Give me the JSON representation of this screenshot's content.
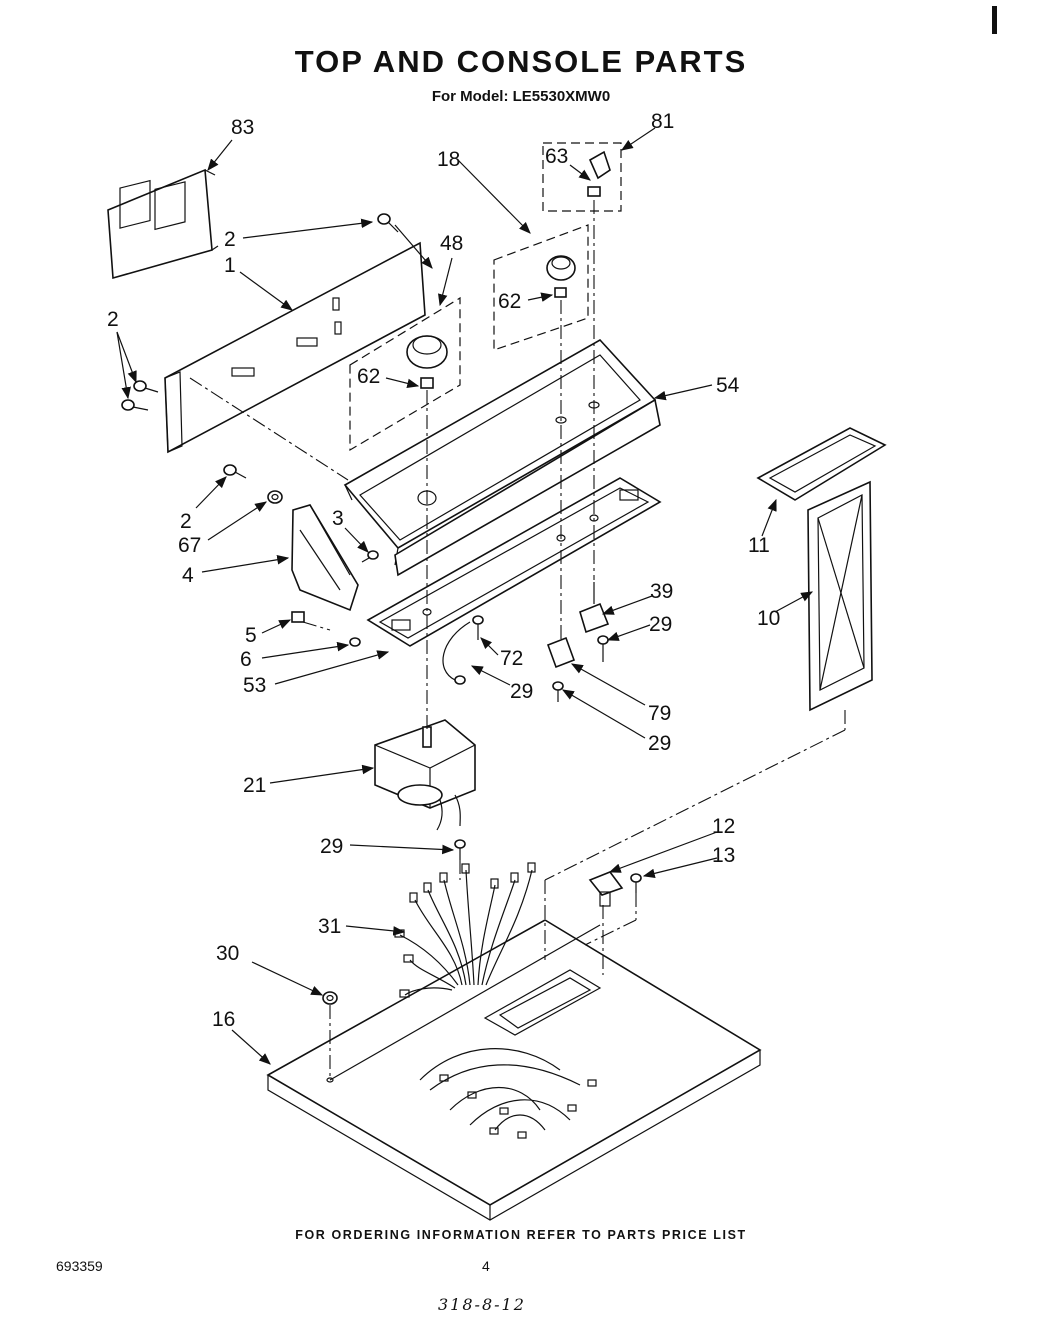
{
  "header": {
    "title": "TOP AND CONSOLE PARTS",
    "model_line": "For Model: LE5530XMW0"
  },
  "footer": {
    "note": "FOR ORDERING INFORMATION REFER TO PARTS PRICE LIST",
    "doc_number": "693359",
    "page_number": "4",
    "handwritten": "318-8-12"
  },
  "callouts": {
    "c83": "83",
    "c2a": "2",
    "c1": "1",
    "c48": "48",
    "c18": "18",
    "c81": "81",
    "c63": "63",
    "c62a": "62",
    "c62b": "62",
    "c2b": "2",
    "c54": "54",
    "c2c": "2",
    "c67": "67",
    "c3": "3",
    "c4": "4",
    "c5": "5",
    "c6": "6",
    "c53": "53",
    "c72": "72",
    "c29a": "29",
    "c39": "39",
    "c29b": "29",
    "c79": "79",
    "c29c": "29",
    "c11": "11",
    "c10": "10",
    "c21": "21",
    "c29d": "29",
    "c12": "12",
    "c13": "13",
    "c31": "31",
    "c30": "30",
    "c16": "16"
  }
}
